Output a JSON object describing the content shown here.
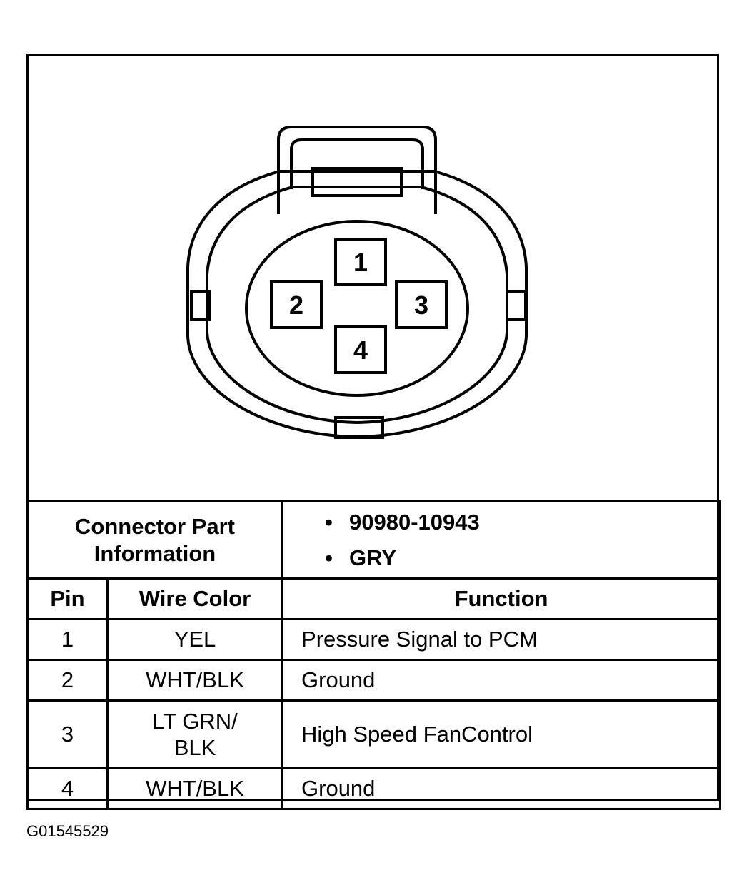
{
  "diagram": {
    "pins": [
      "1",
      "2",
      "3",
      "4"
    ]
  },
  "connector_part": {
    "label": "Connector Part Information",
    "values": [
      "90980-10943",
      "GRY"
    ]
  },
  "table": {
    "headers": {
      "pin": "Pin",
      "wire_color": "Wire Color",
      "function": "Function"
    },
    "rows": [
      {
        "pin": "1",
        "wire_color": "YEL",
        "function": "Pressure Signal to PCM"
      },
      {
        "pin": "2",
        "wire_color": "WHT/BLK",
        "function": "Ground"
      },
      {
        "pin": "3",
        "wire_color": "LT GRN/ BLK",
        "function": "High Speed FanControl"
      },
      {
        "pin": "4",
        "wire_color": "WHT/BLK",
        "function": "Ground"
      }
    ]
  },
  "figure_code": "G01545529"
}
